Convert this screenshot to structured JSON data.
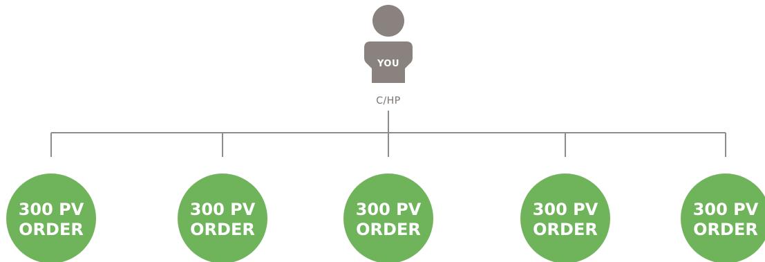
{
  "root": {
    "label": "YOU",
    "role": "C/HP",
    "color": "#8a827e"
  },
  "connector_color": "#8c8c8c",
  "node_color": "#6fb35b",
  "nodes": [
    {
      "line1": "300 PV",
      "line2": "ORDER"
    },
    {
      "line1": "300 PV",
      "line2": "ORDER"
    },
    {
      "line1": "300 PV",
      "line2": "ORDER"
    },
    {
      "line1": "300 PV",
      "line2": "ORDER"
    },
    {
      "line1": "300 PV",
      "line2": "ORDER"
    }
  ]
}
